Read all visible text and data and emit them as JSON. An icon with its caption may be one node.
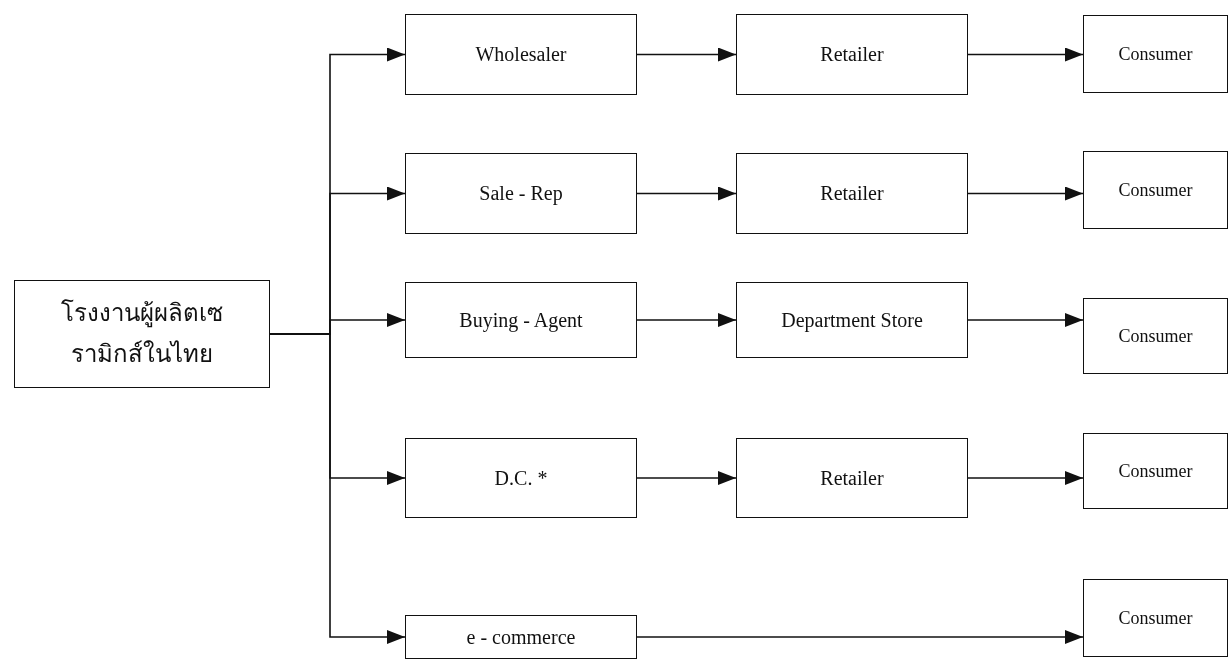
{
  "diagram": {
    "nodes": [
      {
        "text": [
          "โรงงานผู้ผลิตเซรามิกส์ในไทย"
        ]
      },
      {
        "text": [
          "Wholesaler"
        ]
      },
      {
        "text": [
          "Retailer"
        ]
      },
      {
        "text": [
          "Consumer"
        ]
      },
      {
        "text": [
          "Sale - Rep"
        ]
      },
      {
        "text": [
          "Retailer"
        ]
      },
      {
        "text": [
          "Consumer"
        ]
      },
      {
        "text": [
          "Buying - Agent"
        ]
      },
      {
        "text": [
          "Department Store"
        ]
      },
      {
        "text": [
          "Consumer"
        ]
      },
      {
        "text": [
          "D.C. *"
        ]
      },
      {
        "text": [
          "Retailer"
        ]
      },
      {
        "text": [
          "Consumer"
        ]
      },
      {
        "text": [
          "e - commerce"
        ]
      },
      {
        "text": [
          "Consumer"
        ]
      }
    ],
    "edges": [
      {
        "from": 0,
        "to": 1,
        "arrow": "to"
      },
      {
        "from": 0,
        "to": 4,
        "arrow": "to"
      },
      {
        "from": 0,
        "to": 7,
        "arrow": "to"
      },
      {
        "from": 0,
        "to": 10,
        "arrow": "to"
      },
      {
        "from": 0,
        "to": 13,
        "arrow": "to"
      },
      {
        "from": 1,
        "to": 2,
        "arrow": "to"
      },
      {
        "from": 2,
        "to": 3,
        "arrow": "to"
      },
      {
        "from": 4,
        "to": 5,
        "arrow": "to"
      },
      {
        "from": 5,
        "to": 6,
        "arrow": "to"
      },
      {
        "from": 7,
        "to": 8,
        "arrow": "to"
      },
      {
        "from": 8,
        "to": 9,
        "arrow": "to"
      },
      {
        "from": 10,
        "to": 11,
        "arrow": "to"
      },
      {
        "from": 11,
        "to": 12,
        "arrow": "to"
      },
      {
        "from": 13,
        "to": 14,
        "arrow": "to"
      }
    ]
  }
}
